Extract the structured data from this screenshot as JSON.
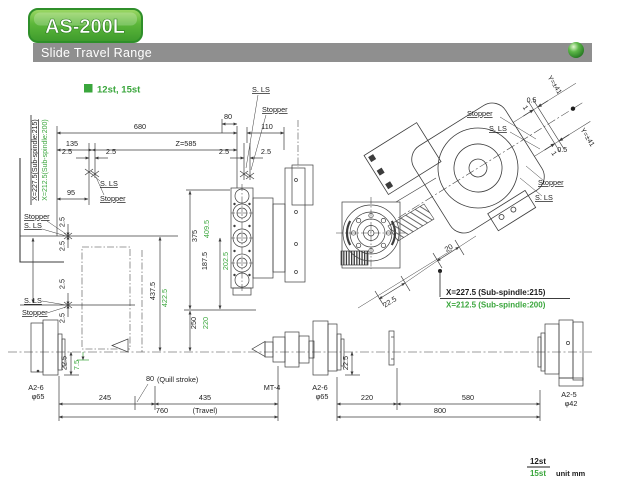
{
  "colors": {
    "accent_green": "#3aa63c",
    "line": "#3c3c3c",
    "bar_gray": "#8f8f8f",
    "badge_fill": "#52ad33",
    "badge_border": "#2f8f2a"
  },
  "header": {
    "model": "AS-200L",
    "section_title": "Slide Travel Range"
  },
  "legend": {
    "stations": "12st, 15st"
  },
  "labels": {
    "s_ls": "S. LS",
    "stopper": "Stopper"
  },
  "dims": {
    "d680": "680",
    "d135": "135",
    "z585": "Z=585",
    "d95": "95",
    "d80": "80",
    "d110": "110",
    "d2_5": "2.5",
    "d0_5": "0.5",
    "d1": "1",
    "y41": "Y=±41",
    "d375": "375",
    "d409_5": "409.5",
    "d187_5": "187.5",
    "d202_5": "202.5",
    "d437_5": "437.5",
    "d422_5": "422.5",
    "d250": "250",
    "d220_alt": "220",
    "d22_5": "22.5",
    "d7_5": "7.5",
    "d20": "20",
    "d245": "245",
    "d435": "435",
    "travel": "(Travel)",
    "d760": "760",
    "quill_80": "80",
    "quill": "(Quill stroke)",
    "d220": "220",
    "d580": "580",
    "d800": "800"
  },
  "equipment": {
    "main_spindle_nose": "A2-6",
    "main_spindle_dia": "φ65",
    "tailstock_taper": "MT-4",
    "sub_spindle_nose": "A2-5",
    "sub_spindle_dia": "φ42"
  },
  "x_travel": {
    "left_black": "X=227.5(Sub-spindle:215)",
    "left_green": "X=212.5(Sub-spindle:200)",
    "right_black": "X=227.5 (Sub-spindle:215)",
    "right_green": "X=212.5 (Sub-spindle:200)"
  },
  "footer": {
    "black_series": "12st",
    "green_series": "15st",
    "unit": "unit mm"
  }
}
